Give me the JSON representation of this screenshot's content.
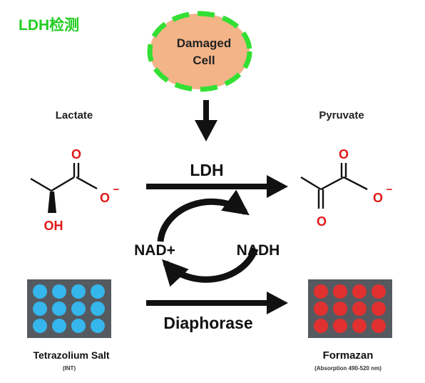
{
  "header": {
    "title": "LDH检测"
  },
  "cell": {
    "line1": "Damaged",
    "line2": "Cell"
  },
  "substrate": {
    "name": "Lactate",
    "carbonyl_o": "O",
    "carboxylate_o": "O",
    "charge": "−",
    "hydroxyl": "OH"
  },
  "product": {
    "name": "Pyruvate",
    "carbonyl_o": "O",
    "carboxylate_o": "O",
    "charge": "−",
    "keto_o": "O"
  },
  "enzymes": {
    "top": "LDH",
    "bottom": "Diaphorase"
  },
  "cofactors": {
    "left": "NAD+",
    "right": "NADH"
  },
  "plate_left": {
    "label": "Tetrazolium Salt",
    "sublabel": "(INT)"
  },
  "plate_right": {
    "label": "Formazan",
    "sublabel": "(Absorption 490-520 nm)"
  },
  "colors": {
    "title_green": "#22cc22",
    "cell_fill": "#f3b488",
    "cell_border": "#33e033",
    "oxygen_red": "#e01818",
    "plate_gray": "#555a60",
    "well_blue": "#35b6ec",
    "well_red": "#e03030",
    "ink": "#111111"
  },
  "icons": {
    "arrow": "arrow-right-icon",
    "cycle": "cycle-arrow-icon",
    "plate": "well-plate-icon"
  }
}
